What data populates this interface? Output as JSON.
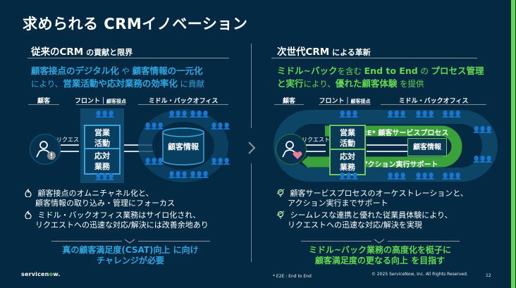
{
  "slide": {
    "title": "求められる CRMイノベーション",
    "page_number": "12",
    "copyright": "© 2025 ServiceNow, Inc. All Rights Reserved.",
    "footnote": "* E2E : End to End",
    "logo": {
      "part1": "servicen",
      "part2": "o",
      "part3": "w."
    },
    "next_icon": "chevron-right"
  },
  "left": {
    "heading_main": "従来のCRM",
    "heading_sub": " の貢献と限界",
    "lead_line1_a": "顧客接点のデジタル化",
    "lead_line1_b": " や ",
    "lead_line1_c": "顧客情報の一元化",
    "lead_line2_a": "により、",
    "lead_line2_b": "営業活動や応対業務の効率化",
    "lead_line2_c": " に貢献",
    "col_customer": "顧客",
    "col_front": "フロント｜",
    "col_front_sub": "顧客接点",
    "col_back": "ミドル・バックオフィス",
    "request_label": "リクエスト",
    "box_sales": [
      "営業",
      "活動"
    ],
    "box_support": [
      "応対",
      "業務"
    ],
    "db_label": "顧客情報",
    "bullets": [
      {
        "icon": "fire-icon",
        "lines": [
          "顧客接点のオムニチャネル化と、",
          "顧客情報の取り込み・管理にフォーカス"
        ]
      },
      {
        "icon": "fire-icon",
        "lines": [
          "ミドル・バックオフィス業務はサイロ化され、",
          "リクエストへの迅速な対応/解決には改善余地あり"
        ]
      }
    ],
    "conclusion": [
      "真の顧客満足度(CSAT)向上 に向け",
      "チャレンジが必要"
    ]
  },
  "right": {
    "heading_main": "次世代CRM",
    "heading_sub": " による革新",
    "lead_line1_a": "ミドル~バック",
    "lead_line1_b": "を含む ",
    "lead_line1_c": "End to End",
    "lead_line1_d": " の ",
    "lead_line1_e": "プロセス管理",
    "lead_line2_a": "と実行",
    "lead_line2_b": "により、",
    "lead_line2_c": "優れた顧客体験",
    "lead_line2_d": " を提供",
    "col_customer": "顧客",
    "col_front": "フロント｜",
    "col_front_sub": "顧客接点",
    "col_back": "ミドル・バックオフィス",
    "request_label": "リクエスト",
    "box_sales": [
      "営業",
      "活動"
    ],
    "box_support": [
      "応対",
      "業務"
    ],
    "db_label": "顧客情報",
    "process_label": "E2E* 顧客サービスプロセス",
    "action_label": "アクション実行サポート",
    "bullets": [
      {
        "icon": "lightbulb-check-icon",
        "lines": [
          "顧客サービスプロセスのオーケストレーションと、",
          "アクション実行までサポート"
        ]
      },
      {
        "icon": "lightbulb-check-icon",
        "lines": [
          "シームレスな連携と優れた従業員体験により、",
          "リクエストへの迅速な対応/解決を実現"
        ]
      }
    ],
    "conclusion": [
      "ミドル~バック業務の高度化を梃子に",
      "顧客満足度の更なる向上 を目指す"
    ]
  },
  "people_glyph": "👤👤👤",
  "colors": {
    "background": "#032a42",
    "accent_blue": "#2ea6e0",
    "accent_green": "#62d84e"
  }
}
